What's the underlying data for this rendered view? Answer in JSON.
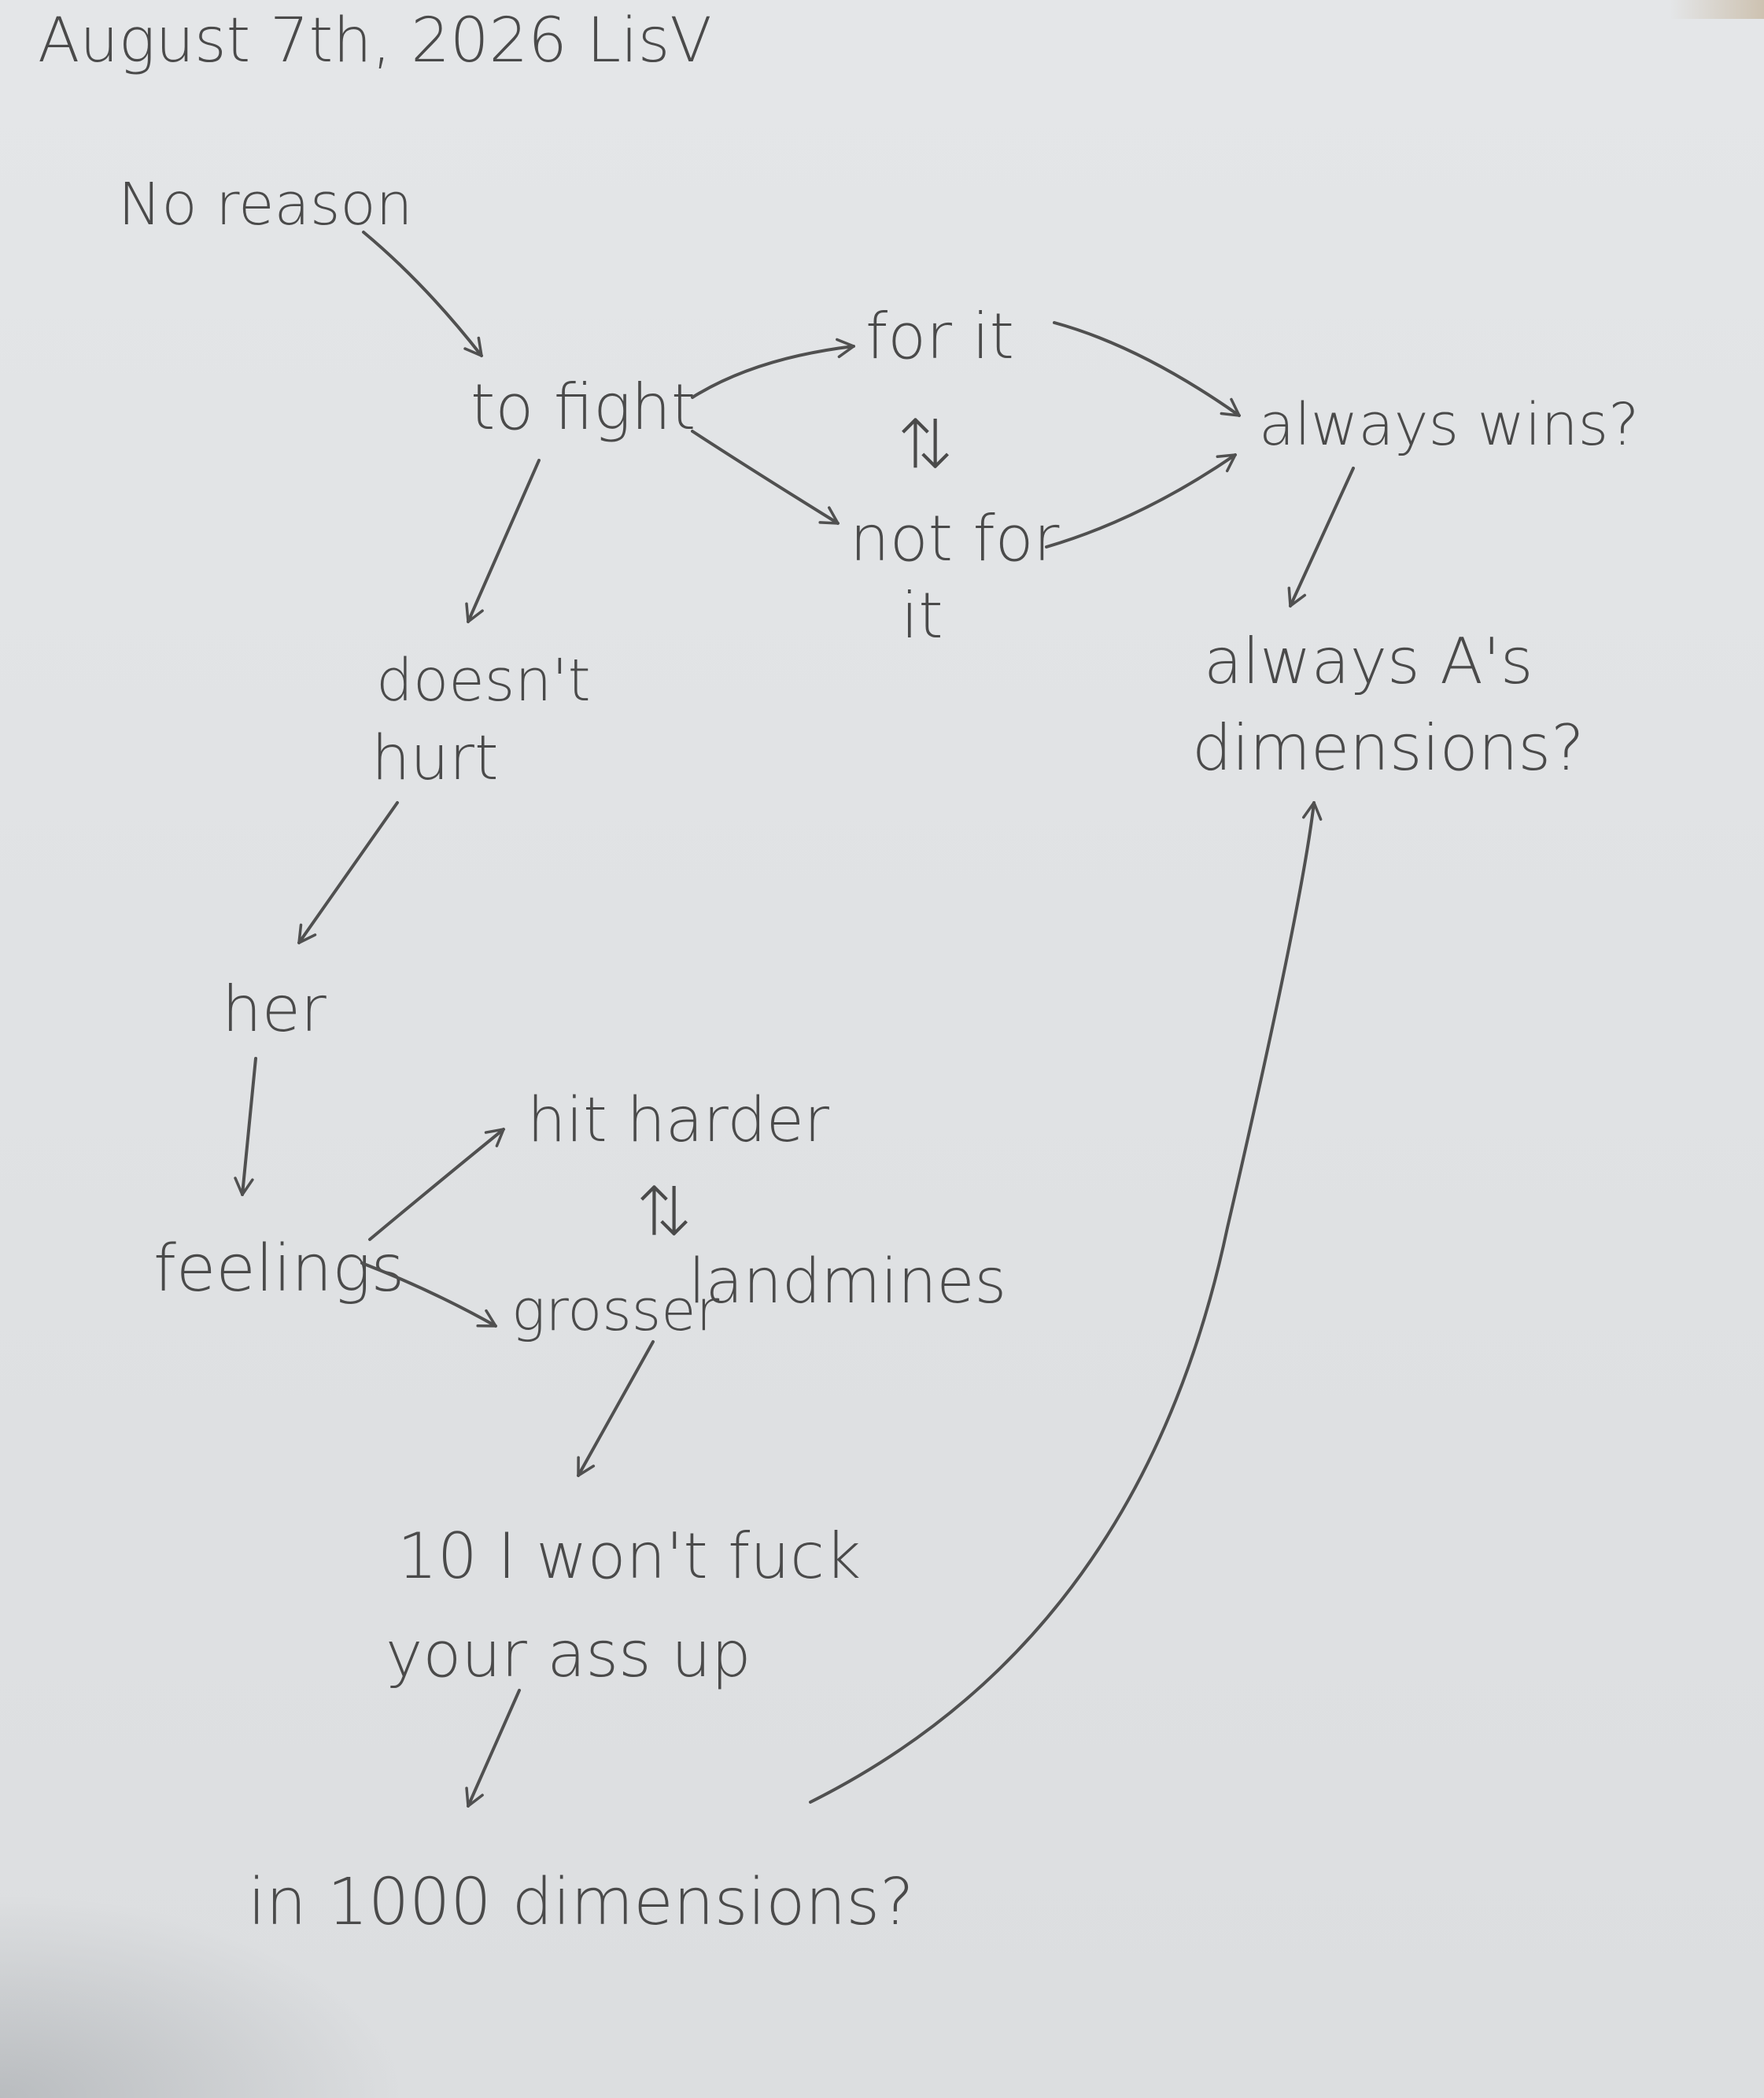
{
  "header": {
    "date_author": "August 7th, 2026 LisV"
  },
  "nodes": {
    "no_reason": "No reason",
    "to_fight": "to fight",
    "for_it": "for it",
    "swap_1": "⇅",
    "not_for_it_line1": "not for",
    "not_for_it_line2": "it",
    "always_wins": "always wins?",
    "doesnt_line1": "doesn't",
    "doesnt_line2": "hurt",
    "always_a_line1": "always A's",
    "always_a_line2": "dimensions?",
    "her": "her",
    "feelings": "feelings",
    "hit_harder": "hit harder",
    "swap_2": "⇅",
    "grosser": "grosser",
    "landmines": "landmines",
    "won_t_line1": "10 I won't fuck",
    "won_t_line2": "your ass up",
    "in_1000": "in 1000 dimensions?"
  },
  "colors": {
    "paper": "#e2e4e6",
    "ink": "#4a4a4a"
  }
}
